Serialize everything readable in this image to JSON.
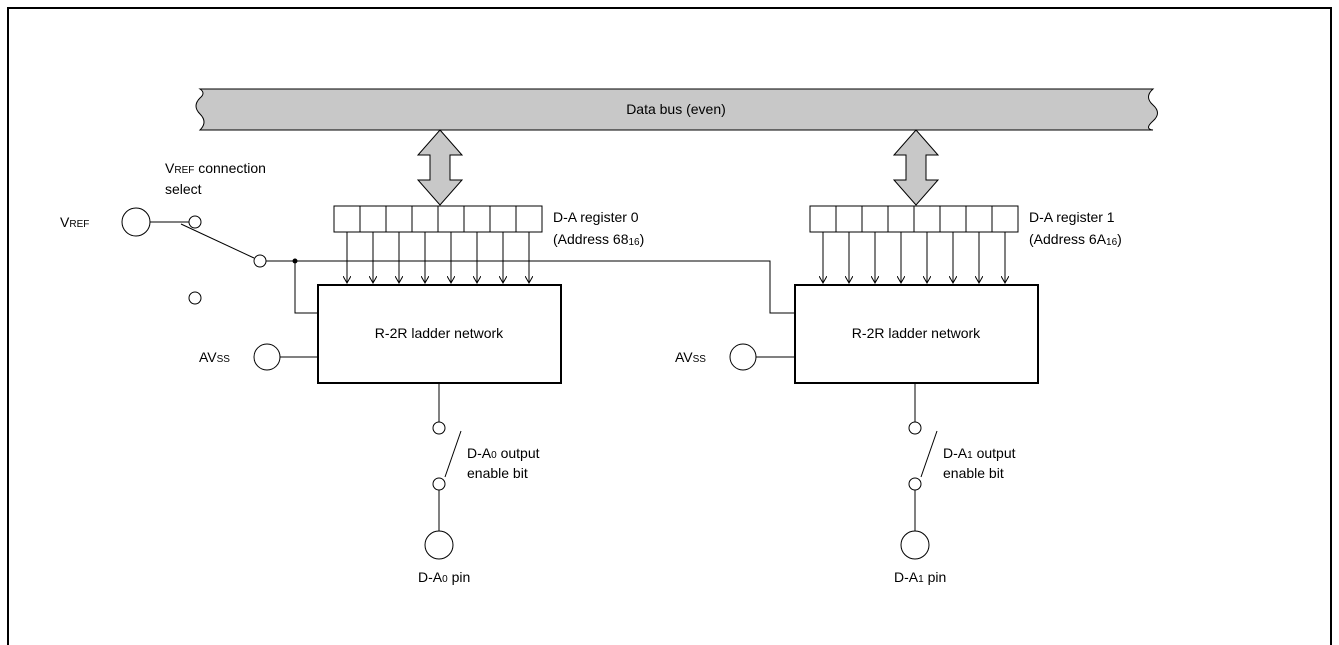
{
  "bus": {
    "label": "Data bus (even)"
  },
  "vref": {
    "pin_main": "V",
    "pin_tail": "REF",
    "select_main": "V",
    "select_tail": "REF",
    "select_line1_rest": " connection",
    "select_line2": "select"
  },
  "channels": [
    {
      "register_title": "D-A register 0",
      "register_addr_prefix": "(Address 68",
      "register_addr_sub": "16",
      "register_addr_suffix": ")",
      "ladder_label": "R-2R ladder network",
      "avss_main": "AV",
      "avss_tail": "SS",
      "enable_prefix": "D-A",
      "enable_sub": "0",
      "enable_line1_rest": " output",
      "enable_line2": "enable bit",
      "pin_prefix": "D-A",
      "pin_sub": "0",
      "pin_suffix": " pin"
    },
    {
      "register_title": "D-A register 1",
      "register_addr_prefix": "(Address 6A",
      "register_addr_sub": "16",
      "register_addr_suffix": ")",
      "ladder_label": "R-2R ladder network",
      "avss_main": "AV",
      "avss_tail": "SS",
      "enable_prefix": "D-A",
      "enable_sub": "1",
      "enable_line1_rest": " output",
      "enable_line2": "enable bit",
      "pin_prefix": "D-A",
      "pin_sub": "1",
      "pin_suffix": " pin"
    }
  ],
  "register_bit_count": 8
}
